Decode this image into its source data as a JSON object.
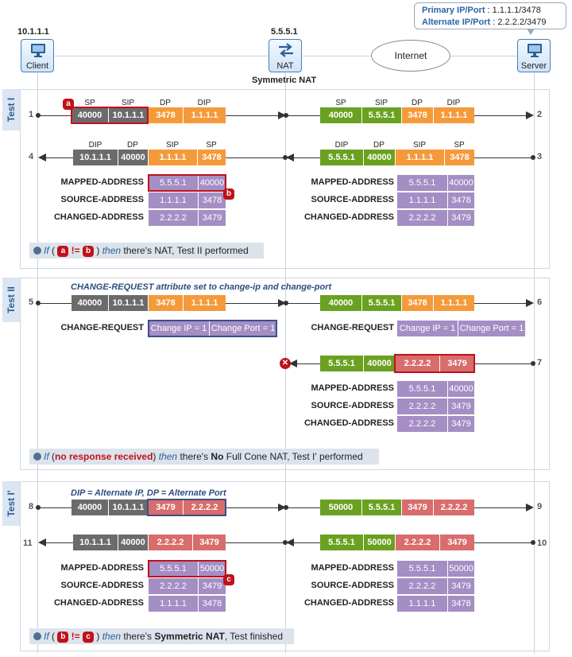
{
  "nodes": {
    "client": {
      "ip": "10.1.1.1",
      "label": "Client"
    },
    "nat": {
      "ip": "5.5.5.1",
      "label": "NAT",
      "caption": "Symmetric NAT"
    },
    "internet": {
      "label": "Internet"
    },
    "server": {
      "label": "Server",
      "primary_label": "Primary IP/Port",
      "primary_value": " : 1.1.1.1/3478",
      "alternate_label": "Alternate IP/Port",
      "alternate_value": " : 2.2.2.2/3479"
    }
  },
  "headers": {
    "sp": "SP",
    "sip": "SIP",
    "dp": "DP",
    "dip": "DIP"
  },
  "tests": {
    "t1": {
      "title": "Test I",
      "steps": [
        "1",
        "2",
        "3",
        "4"
      ],
      "msg1_left": [
        "40000",
        "10.1.1.1",
        "3478",
        "1.1.1.1"
      ],
      "msg1_right": [
        "40000",
        "5.5.5.1",
        "3478",
        "1.1.1.1"
      ],
      "msg2_right": [
        "5.5.5.1",
        "40000",
        "1.1.1.1",
        "3478"
      ],
      "msg2_left": [
        "10.1.1.1",
        "40000",
        "1.1.1.1",
        "3478"
      ],
      "attrs_left": {
        "mapped": [
          "5.5.5.1",
          "40000"
        ],
        "source": [
          "1.1.1.1",
          "3478"
        ],
        "changed": [
          "2.2.2.2",
          "3479"
        ]
      },
      "attrs_right": {
        "mapped": [
          "5.5.5.1",
          "40000"
        ],
        "source": [
          "1.1.1.1",
          "3478"
        ],
        "changed": [
          "2.2.2.2",
          "3479"
        ]
      },
      "badge_a": "a",
      "badge_b": "b",
      "cond_if": "If",
      "cond_open": " ( ",
      "cond_op": " != ",
      "cond_close": " ) ",
      "cond_then": "then",
      "cond_rest": " there's NAT, Test II performed"
    },
    "t2": {
      "title": "Test II",
      "steps": [
        "5",
        "6",
        "7"
      ],
      "note": "CHANGE-REQUEST attribute set to change-ip and change-port",
      "msg1_left": [
        "40000",
        "10.1.1.1",
        "3478",
        "1.1.1.1"
      ],
      "msg1_right": [
        "40000",
        "5.5.5.1",
        "3478",
        "1.1.1.1"
      ],
      "change_request": [
        "Change IP = 1",
        "Change Port = 1"
      ],
      "msg2_right": [
        "5.5.5.1",
        "40000",
        "2.2.2.2",
        "3479"
      ],
      "attrs_right": {
        "mapped": [
          "5.5.5.1",
          "40000"
        ],
        "source": [
          "2.2.2.2",
          "3479"
        ],
        "changed": [
          "2.2.2.2",
          "3479"
        ]
      },
      "x_mark": "✕",
      "cond_if": "If",
      "cond_open": " (",
      "cond_red": "no response received",
      "cond_close": ") ",
      "cond_then": "then",
      "cond_mid": " there's ",
      "cond_bold": "No",
      "cond_rest": " Full Cone NAT, Test I' performed"
    },
    "t3": {
      "title": "Test I'",
      "steps": [
        "8",
        "9",
        "10",
        "11"
      ],
      "note": "DIP = Alternate IP, DP = Alternate Port",
      "msg1_left": [
        "40000",
        "10.1.1.1",
        "3479",
        "2.2.2.2"
      ],
      "msg1_right": [
        "50000",
        "5.5.5.1",
        "3479",
        "2.2.2.2"
      ],
      "msg2_right": [
        "5.5.5.1",
        "50000",
        "2.2.2.2",
        "3479"
      ],
      "msg2_left": [
        "10.1.1.1",
        "40000",
        "2.2.2.2",
        "3479"
      ],
      "attrs_left": {
        "mapped": [
          "5.5.5.1",
          "50000"
        ],
        "source": [
          "2.2.2.2",
          "3479"
        ],
        "changed": [
          "1.1.1.1",
          "3478"
        ]
      },
      "attrs_right": {
        "mapped": [
          "5.5.5.1",
          "50000"
        ],
        "source": [
          "2.2.2.2",
          "3479"
        ],
        "changed": [
          "1.1.1.1",
          "3478"
        ]
      },
      "badge_c": "c",
      "cond_if": "If",
      "cond_open": " ( ",
      "cond_op": " != ",
      "cond_close": " ) ",
      "cond_then": "then",
      "cond_mid": " there's ",
      "cond_bold": "Symmetric NAT",
      "cond_rest": ", Test finished"
    }
  },
  "attr_labels": {
    "mapped": "MAPPED-ADDRESS",
    "source": "SOURCE-ADDRESS",
    "changed": "CHANGED-ADDRESS",
    "change_request": "CHANGE-REQUEST"
  },
  "colors": {
    "grey": "#6b6b6b",
    "orange": "#f59a3a",
    "green": "#6aa121",
    "red_cell": "#d96c6c",
    "purple": "#a48ec4",
    "accent": "#2c5f94",
    "alert": "#c0111b"
  }
}
